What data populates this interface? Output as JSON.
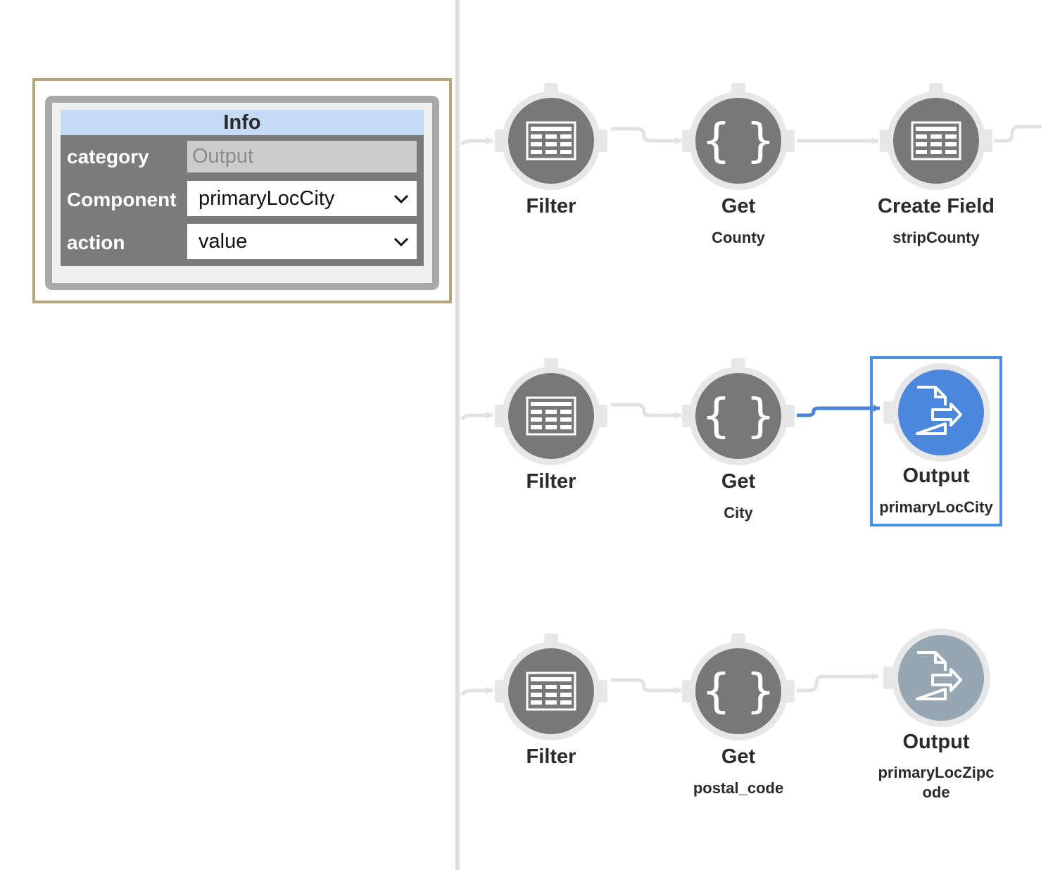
{
  "info_panel": {
    "title": "Info",
    "rows": [
      {
        "label": "category",
        "value": "Output"
      },
      {
        "label": "Component",
        "value": "primaryLocCity"
      },
      {
        "label": "action",
        "value": "value"
      }
    ]
  },
  "flow": {
    "rows": [
      {
        "nodes": [
          {
            "title": "Filter",
            "subtitle": "",
            "icon": "table-grid-icon"
          },
          {
            "title": "Get",
            "subtitle": "County",
            "icon": "curly-braces-icon"
          },
          {
            "title": "Create Field",
            "subtitle": "stripCounty",
            "icon": "table-grid-icon"
          }
        ]
      },
      {
        "nodes": [
          {
            "title": "Filter",
            "subtitle": "",
            "icon": "table-grid-icon"
          },
          {
            "title": "Get",
            "subtitle": "City",
            "icon": "curly-braces-icon"
          },
          {
            "title": "Output",
            "subtitle": "primaryLocCity",
            "icon": "file-export-icon",
            "selected": true
          }
        ]
      },
      {
        "nodes": [
          {
            "title": "Filter",
            "subtitle": "",
            "icon": "table-grid-icon"
          },
          {
            "title": "Get",
            "subtitle": "postal_code",
            "icon": "curly-braces-icon"
          },
          {
            "title": "Output",
            "subtitle": "primaryLocZipc\node",
            "icon": "file-export-icon"
          }
        ]
      }
    ]
  },
  "colors": {
    "node_fill": "#787878",
    "node_ring": "#e7e7e7",
    "selected_output": "#4b87dc",
    "inactive_output": "#97a6b3",
    "selection_border": "#4a90e2",
    "info_header": "#c4dbf5",
    "panel_border": "#b7a57a"
  }
}
